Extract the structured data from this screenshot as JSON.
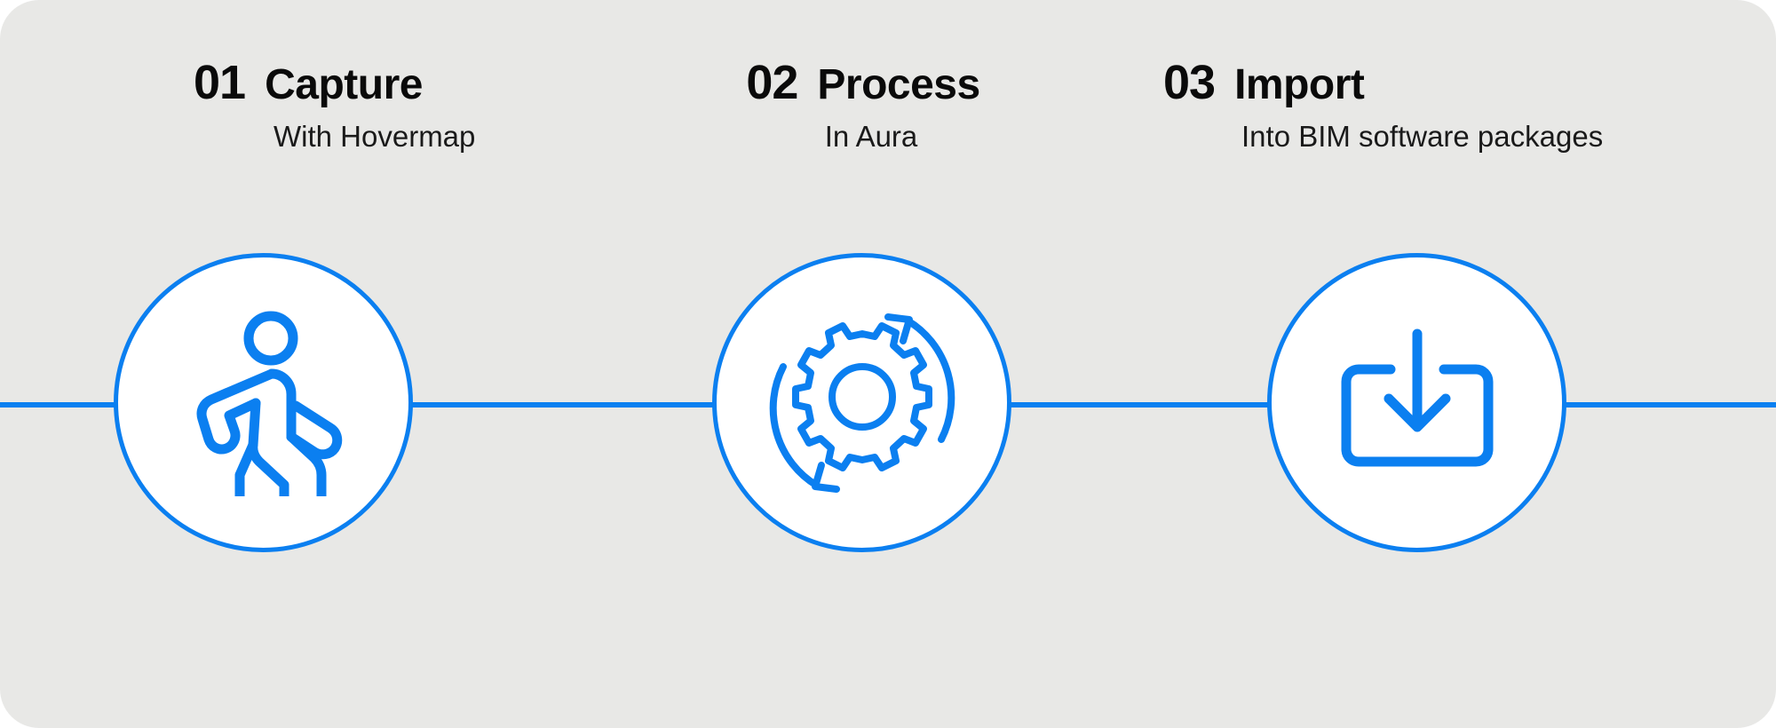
{
  "panel": {
    "background_color": "#e8e8e6",
    "accent_color": "#0b7ff0",
    "text_color": "#0a0a0a"
  },
  "connector": {
    "name": "process-connector-line",
    "color": "#0b7ff0"
  },
  "steps": [
    {
      "number": "01",
      "title": "Capture",
      "subtitle": "With Hovermap",
      "icon": "walking-person-icon"
    },
    {
      "number": "02",
      "title": "Process",
      "subtitle": "In Aura",
      "icon": "gear-refresh-icon"
    },
    {
      "number": "03",
      "title": "Import",
      "subtitle": "Into BIM software packages",
      "icon": "download-tray-icon"
    }
  ]
}
